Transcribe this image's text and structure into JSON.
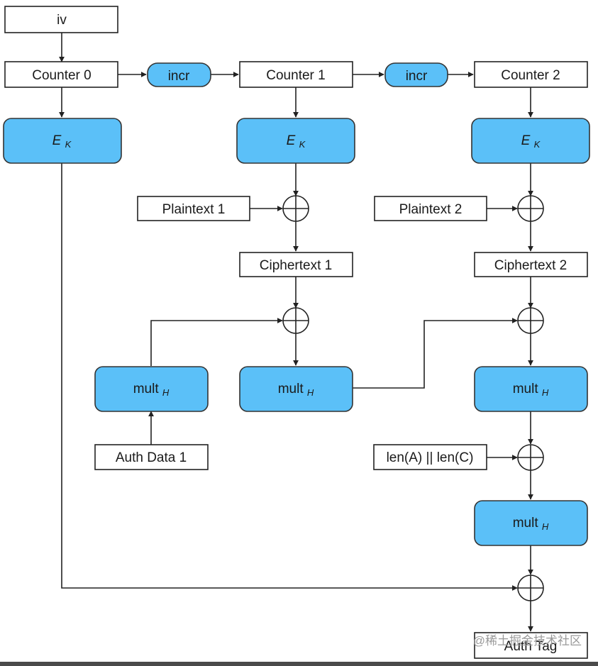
{
  "colors": {
    "block_fill": "#5bc0f8",
    "wire": "#222222",
    "box_fill": "#ffffff"
  },
  "labels": {
    "iv": "iv",
    "counter0": "Counter 0",
    "counter1": "Counter 1",
    "counter2": "Counter 2",
    "incr": "incr",
    "ek_main": "E",
    "ek_sub": "K",
    "plaintext1": "Plaintext 1",
    "plaintext2": "Plaintext 2",
    "ciphertext1": "Ciphertext 1",
    "ciphertext2": "Ciphertext 2",
    "mult_main": "mult",
    "mult_sub": "H",
    "auth_data1": "Auth Data 1",
    "len": "len(A) || len(C)",
    "auth_tag": "Auth Tag"
  },
  "watermark": "@稀土掘金技术社区",
  "icons": [
    "xor-icon",
    "arrowhead-icon"
  ]
}
